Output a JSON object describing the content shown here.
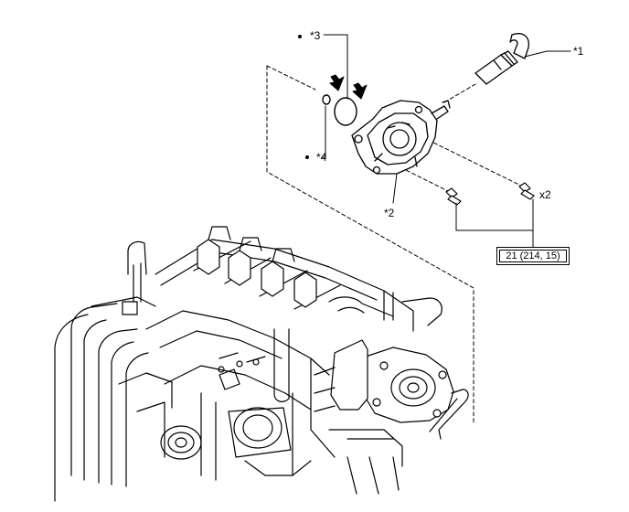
{
  "callouts": {
    "part1": "*1",
    "part2": "*2",
    "part3": "*3",
    "part4": "*4",
    "quantity": "x2"
  },
  "torque_spec": "21 (214, 15)",
  "icons": {
    "install_arrow": "arrow-icon",
    "replace_mark": "dot-icon"
  },
  "colors": {
    "line": "#000000",
    "background": "#ffffff"
  }
}
